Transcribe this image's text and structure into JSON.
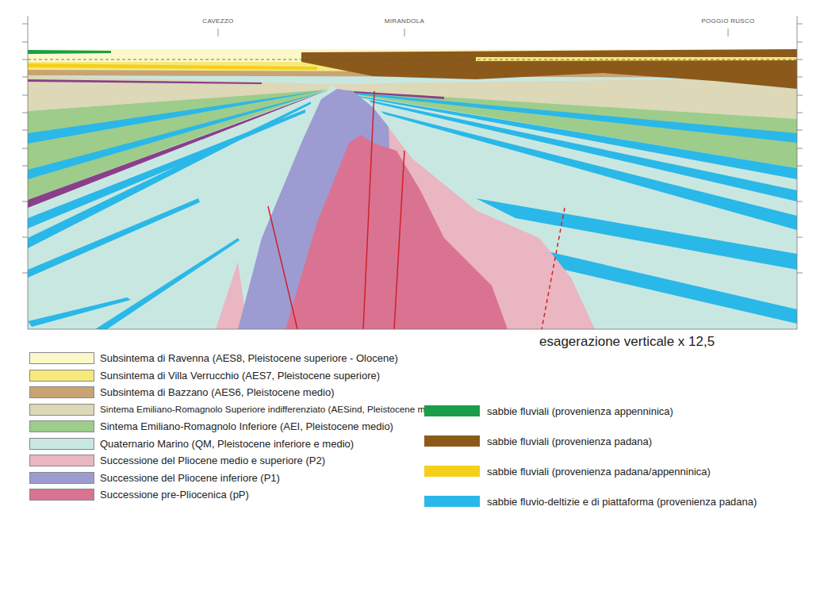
{
  "diagram": {
    "labels": [
      "CAVEZZO",
      "MIRANDOLA",
      "POGGIO RUSCO",
      "esagerazione verticale x 12,5"
    ],
    "legend": [
      {
        "text": "Subsintema di Ravenna (AES8, Pleistocene superiore - Olocene)",
        "color": "#fdf8c8"
      },
      {
        "text": "Sunsintema di Villa Verrucchio (AES7, Pleistocene superiore)",
        "color": "#f6e97c"
      },
      {
        "text": "Subsintema di Bazzano (AES6, Pleistocene medio)",
        "color": "#c9a472"
      },
      {
        "text": "Sintema Emiliano-Romagnolo Superiore indifferenziato (AESind, Pleistocene medio)",
        "color": "#dcd8b8"
      },
      {
        "text": "Sintema Emiliano-Romagnolo Inferiore (AEI, Pleistocene medio)",
        "color": "#9ecc8b"
      },
      {
        "text": "Quaternario Marino (QM, Pleistocene inferiore e medio)",
        "color": "#c9e7e1"
      },
      {
        "text": "Successione del Pliocene medio e superiore (P2)",
        "color": "#e9b6c2"
      },
      {
        "text": "Successione del Pliocene inferiore (P1)",
        "color": "#9c9cd2"
      },
      {
        "text": "Successione pre-Pliocenica (pP)",
        "color": "#da7391"
      },
      {
        "text": "sabbie fluviali (provenienza appenninica)",
        "color": "#1a9e4a"
      },
      {
        "text": "sabbie fluviali (provenienza padana)",
        "color": "#8b5a1b"
      },
      {
        "text": "sabbie fluviali (provenienza padana/appenninica)",
        "color": "#f5cf1a"
      },
      {
        "text": "sabbie fluvio-deltizie e di piattaforma (provenienza padana)",
        "color": "#2ab8e8"
      }
    ]
  }
}
